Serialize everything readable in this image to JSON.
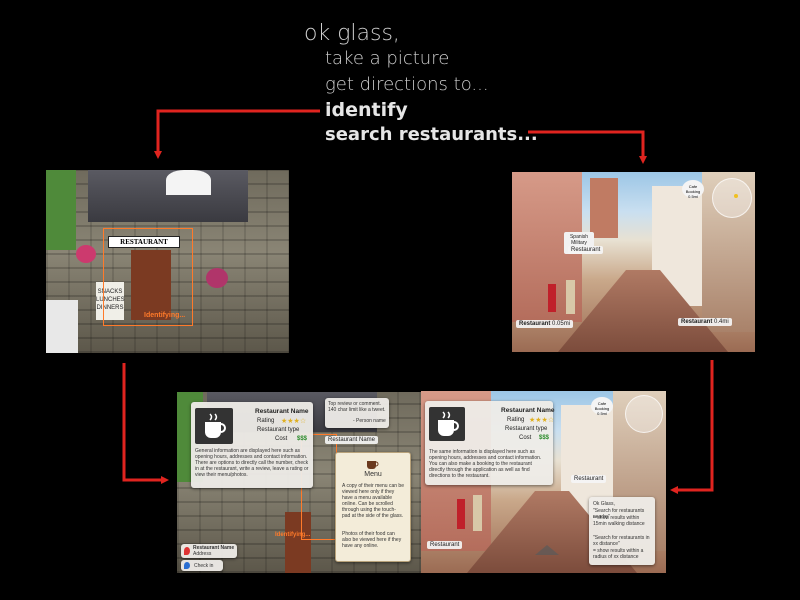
{
  "commands": {
    "wake": "ok glass,",
    "picture": "take a picture",
    "directions": "get directions to...",
    "identify": "identify",
    "search": "search restaurants..."
  },
  "identify_view": {
    "shop_sign": "RESTAURANT",
    "board_text": "SNACKS LUNCHES DINNERS",
    "tag": "Identifying..."
  },
  "search_view": {
    "banner": "Spanish Military Hospital",
    "top_label": "Cafe Booking 0.5mi",
    "tag_left": "Restaurant",
    "tag_left_distance": "0.05mi",
    "tag_right": "Restaurant",
    "tag_right_distance": "0.4mi",
    "tag_mid": "Restaurant"
  },
  "detail_left": {
    "name": "Restaurant Name",
    "rating_label": "Rating",
    "type_label": "Restaurant type",
    "cost_label": "Cost",
    "cost_value": "$$$",
    "info": "General information are displayed here such as opening hours, addresses and contact information. There are options to directly call the number, check in at the restaurant, write a review, leave a rating or view their menu/photos.",
    "review": "Top review or comment. 140 char limit like a tweet.",
    "review_author": "- Person name",
    "menu_title": "Menu",
    "menu_text": "A copy of their menu can be viewed here only if they have a menu available online. Can be scrolled through using the touch-pad at the side of the glass.",
    "photos_text": "Photos of their food can also be viewed here if they have any online.",
    "tag": "Restaurant Name",
    "check_in": "Check in",
    "bottom_name": "Restaurant Name",
    "bottom_sub": "Address",
    "identifying": "Identifying..."
  },
  "detail_right": {
    "name": "Restaurant Name",
    "rating_label": "Rating",
    "type_label": "Restaurant type",
    "cost_label": "Cost",
    "cost_value": "$$$",
    "info": "The same information is displayed here such as opening hours, addresses and contact information. You can also make a booking to the restaurant directly through the application as well as find directions to the restaurant.",
    "tip_title": "Ok Glass,",
    "tip_line1": "\"Search for restaurants nearby\"",
    "tip_line2": "= show results within 15min walking distance",
    "tip_line3": "\"Search for restaurants in xx distance\"",
    "tip_line4": "= show results within a radius of xx distance",
    "tag_right": "Restaurant",
    "tag_bottom": "Restaurant",
    "top_label": "Cafe Booking 0.5mi"
  },
  "colors": {
    "arrow": "#e0241f",
    "highlight": "#ff7a2a",
    "background": "#000000"
  }
}
